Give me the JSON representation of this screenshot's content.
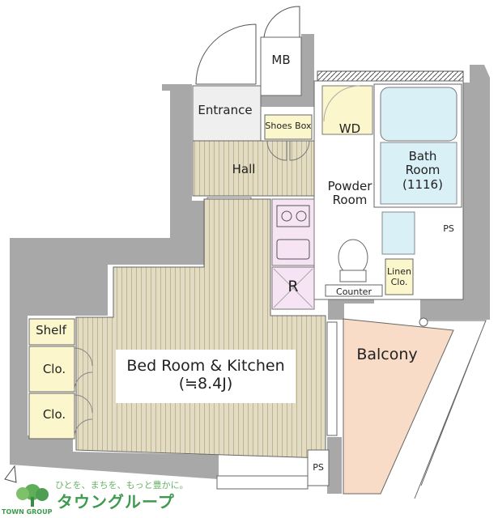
{
  "rooms": {
    "mb": "MB",
    "entrance": "Entrance",
    "shoes_box": "Shoes Box",
    "hall": "Hall",
    "wd": "WD",
    "bath_l1": "Bath",
    "bath_l2": "Room",
    "bath_l3": "(1116)",
    "powder_l1": "Powder",
    "powder_l2": "Room",
    "ps_upper": "PS",
    "linen_l1": "Linen",
    "linen_l2": "Clo.",
    "counter": "Counter",
    "refrigerator": "R",
    "shelf": "Shelf",
    "clo_1": "Clo.",
    "clo_2": "Clo.",
    "main_l1": "Bed Room & Kitchen",
    "main_l2": "(≒8.4J)",
    "balcony": "Balcony",
    "ps_lower": "PS"
  },
  "brand": {
    "tagline": "ひとを、まちを、もっと豊かに。",
    "name": "タウングループ",
    "name_en": "TOWN GROUP"
  },
  "colors": {
    "wall": "#a8a8a8",
    "floor_wood": "#e3dcc4",
    "floor_line": "#c2b38a",
    "balcony": "#f8dcc8",
    "kitchen": "#f6e3f4",
    "bath": "#d8f0f6",
    "closet": "#fbf6cc",
    "brand_green": "#3d9a4f"
  }
}
